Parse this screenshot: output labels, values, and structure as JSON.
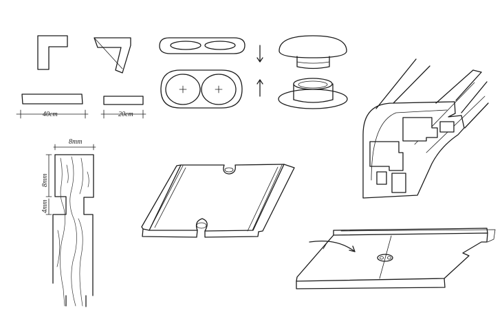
{
  "labels": {
    "bar_long": "40cm",
    "bar_short": "20cm",
    "wood_width": "8mm",
    "wood_upper": "8mm",
    "wood_lower": "4mm"
  },
  "ink_color": "#1a1a1a",
  "paper_color": "#ffffff"
}
